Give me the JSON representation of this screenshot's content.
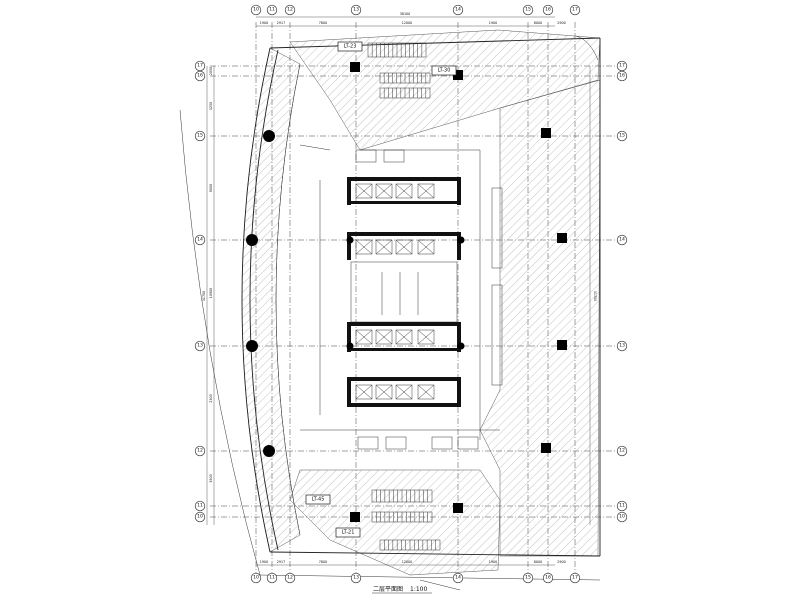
{
  "drawing": {
    "title": "二层平面图",
    "scale": "1:100"
  },
  "grid": {
    "top_axes": [
      "10",
      "11",
      "12",
      "13",
      "14",
      "15",
      "16",
      "17"
    ],
    "bottom_axes": [
      "10",
      "11",
      "12",
      "13",
      "14",
      "15",
      "16",
      "17"
    ],
    "left_axes": [
      "17",
      "16",
      "15",
      "14",
      "13",
      "12",
      "11",
      "10"
    ],
    "right_axes": [
      "17",
      "16",
      "15",
      "14",
      "13",
      "12",
      "11",
      "10"
    ]
  },
  "dimensions": {
    "top_overall": "38100",
    "top_segments": [
      "1900",
      "2917",
      "7800",
      "12000",
      "1900",
      "8000",
      "2900"
    ],
    "left_overall": "31700",
    "left_segments": [
      "2050",
      "3250",
      "9000",
      "10900",
      "2300",
      "3500"
    ],
    "right_overall": "31700",
    "bottom_segments": [
      "1900",
      "2917",
      "7800",
      "12000",
      "1900",
      "8000",
      "2900"
    ]
  },
  "tags": {
    "lt_23": "LT-23",
    "lt_30": "LT-30",
    "lt_45": "LT-45",
    "lt_21": "LT-21"
  },
  "colors": {
    "line": "#222222",
    "hatch": "#888888",
    "background": "#ffffff"
  }
}
